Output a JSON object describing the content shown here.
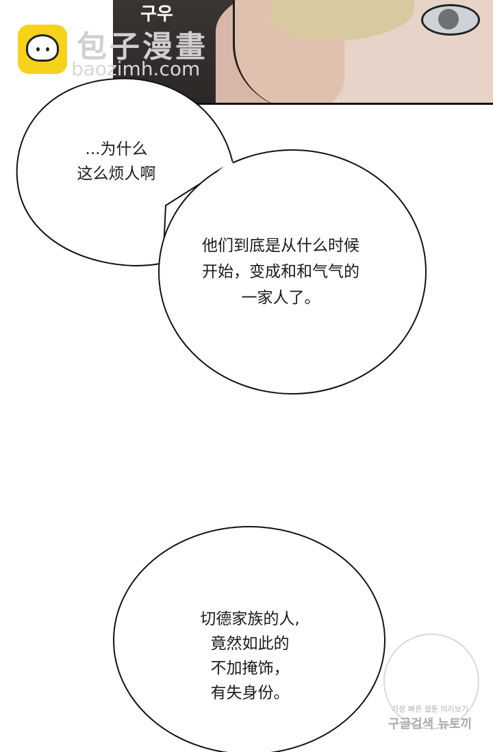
{
  "watermark_top": {
    "name": "包子漫畫",
    "url": "baozimh.com"
  },
  "panel": {
    "sound_effect": "구우"
  },
  "bubbles": [
    {
      "text": "...为什么\n这么烦人啊"
    },
    {
      "text": "他们到底是从什么时候\n开始，变成和和气气的\n一家人了。"
    },
    {
      "text": "切德家族的人,\n竟然如此的\n不加掩饰，\n有失身份。"
    }
  ],
  "watermark_bottom": {
    "small": "가장 빠른 웹툰 미리보기",
    "big": "구글검색 뉴토끼"
  }
}
